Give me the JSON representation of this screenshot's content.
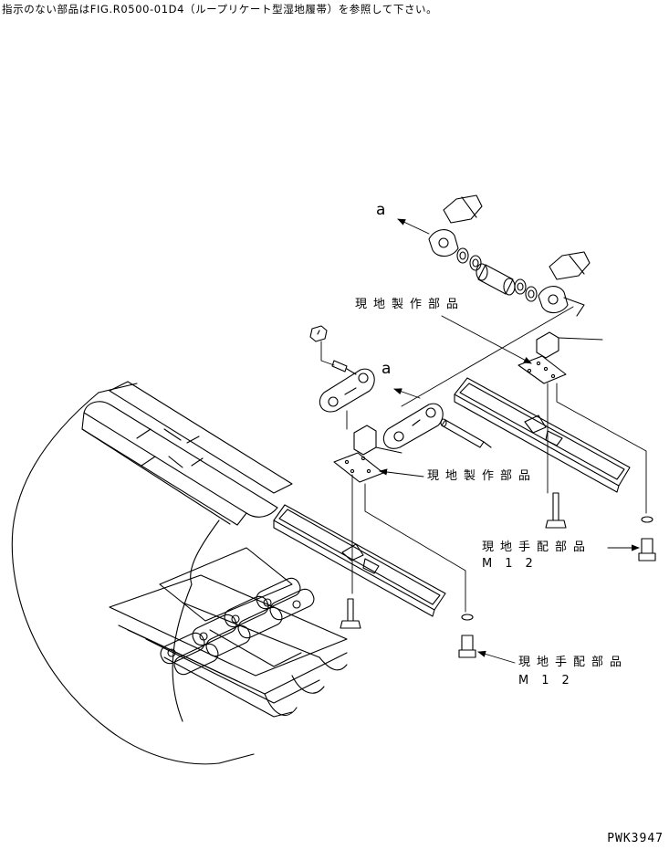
{
  "header_note": "指示のない部品はFIG.R0500-01D4（ループリケート型湿地履帯）を参照して下さい。",
  "callouts": {
    "local_fabricated_part": "現地製作部品",
    "local_procured_part": "現地手配部品",
    "bolt_size": "M12",
    "view_ref": "a"
  },
  "figure_number": "PWK3947",
  "colors": {
    "line": "#000000",
    "background": "#ffffff"
  }
}
